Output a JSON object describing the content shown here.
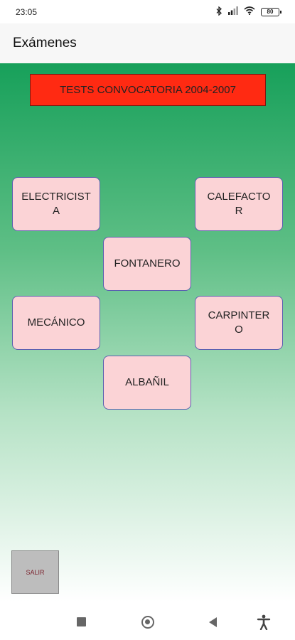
{
  "status_bar": {
    "time": "23:05",
    "icons": [
      "bluetooth-icon",
      "signal-icon",
      "wifi-icon",
      "battery-icon"
    ],
    "battery_level": "80"
  },
  "app_bar": {
    "title": "Exámenes"
  },
  "banner": {
    "label": "TESTS CONVOCATORIA 2004-2007",
    "color": "#ff2a12"
  },
  "trades": {
    "electricista": "ELECTRICIST\nA",
    "calefactor": "CALEFACTO\nR",
    "fontanero": "FONTANERO",
    "mecanico": "MECÁNICO",
    "carpintero": "CARPINTER\nO",
    "albanil": "ALBAÑIL"
  },
  "exit_button": {
    "label": "SALIR"
  },
  "colors": {
    "gradient_top": "#17a05a",
    "button_fill": "#fbd3d6",
    "button_border": "#5a5fb0"
  },
  "nav_bar": {
    "icons": [
      "recents-icon",
      "home-icon",
      "back-icon",
      "accessibility-icon"
    ]
  }
}
